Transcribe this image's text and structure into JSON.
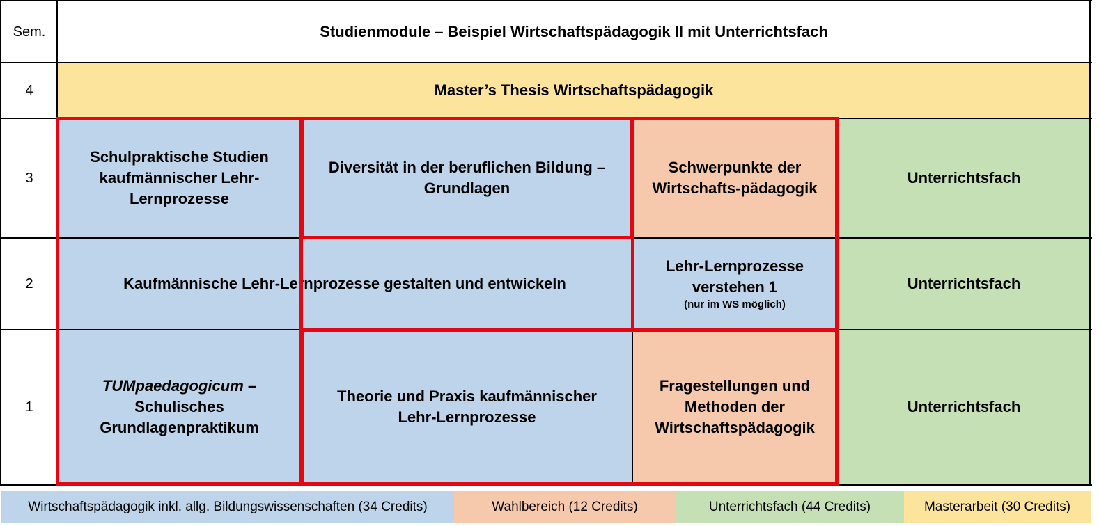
{
  "header": {
    "sem_label": "Sem.",
    "title": "Studienmodule – Beispiel Wirtschaftspädagogik II mit Unterrichtsfach"
  },
  "rows": {
    "sem4": "4",
    "sem3": "3",
    "sem2": "2",
    "sem1": "1"
  },
  "modules": {
    "thesis": "Master’s Thesis Wirtschaftspädagogik",
    "schulpraktische": "Schulpraktische Studien kaufmännischer Lehr-Lernprozesse",
    "diversitaet": "Diversität in der beruflichen Bildung – Grundlagen",
    "schwerpunkte": "Schwerpunkte der Wirtschafts-pädagogik",
    "unterrichtsfach_3": "Unterrichtsfach",
    "kaufmaennische": "Kaufmännische Lehr-Lernprozesse gestalten und entwickeln",
    "lehr_lern_title": "Lehr-Lernprozesse verstehen 1",
    "lehr_lern_note": "(nur im WS möglich)",
    "unterrichtsfach_2": "Unterrichtsfach",
    "tum_italic": "TUMpaedagogicum",
    "tum_rest": " – Schulisches Grundlagenpraktikum",
    "theorie": "Theorie und Praxis kaufmännischer Lehr-Lernprozesse",
    "fragestellungen": "Fragestellungen und Methoden der Wirtschaftspädagogik",
    "unterrichtsfach_1": "Unterrichtsfach"
  },
  "legend": {
    "wipaed": "Wirtschaftspädagogik inkl. allg. Bildungswissenschaften (34 Credits)",
    "wahl": "Wahlbereich (12 Credits)",
    "uf": "Unterrichtsfach (44 Credits)",
    "master": "Masterarbeit (30 Credits)"
  },
  "colors": {
    "blue": "#bdd4ea",
    "orange": "#f6c9ad",
    "green": "#c5e0b4",
    "yellow": "#fde49c",
    "highlight_red": "#e30613"
  }
}
